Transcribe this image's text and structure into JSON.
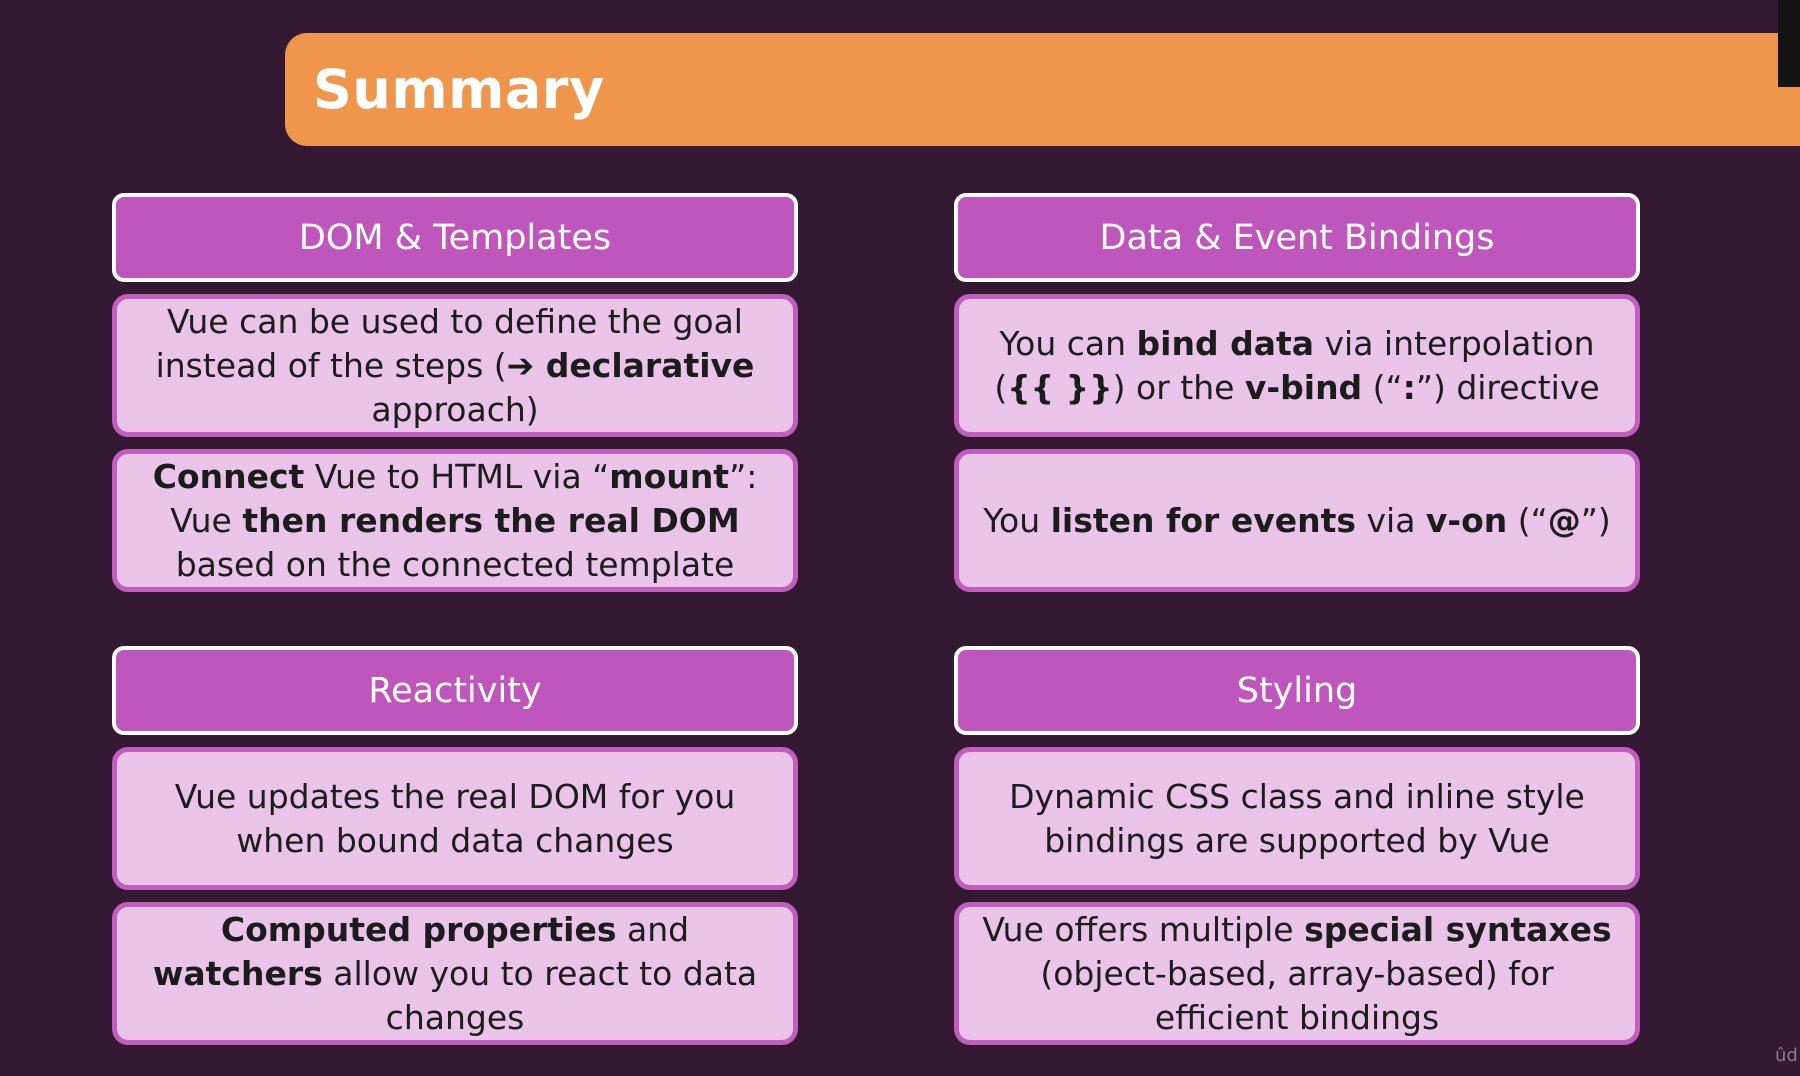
{
  "title": "Summary",
  "watermark": "ûd",
  "sections": {
    "dom": {
      "header": "DOM & Templates",
      "card1": [
        "Vue can be used to define the goal instead of the steps (",
        "➔ declarative",
        " approach)"
      ],
      "card2": [
        "Connect",
        " Vue to HTML via “",
        "mount",
        "”: Vue ",
        "then renders the real DOM",
        " based on the connected template"
      ]
    },
    "data": {
      "header": "Data & Event Bindings",
      "card1": [
        "You can ",
        "bind data",
        " via interpolation (",
        "{{ }}",
        ") or the ",
        "v-bind",
        " (“",
        ":",
        "”) directive"
      ],
      "card2": [
        "You ",
        "listen for events",
        " via ",
        "v-on",
        " (“",
        "@",
        "”)"
      ]
    },
    "reactivity": {
      "header": "Reactivity",
      "card1": "Vue updates the real DOM for you when bound data changes",
      "card2": [
        "Computed properties",
        " and ",
        "watchers",
        " allow you to react to data changes"
      ]
    },
    "styling": {
      "header": "Styling",
      "card1": "Dynamic CSS class and inline style bindings are supported by Vue",
      "card2": [
        "Vue offers multiple ",
        "special syntaxes",
        " (object-based, array-based) for efficient bindings"
      ]
    }
  },
  "colors": {
    "background": "#331932",
    "title_bar": "#f0954c",
    "section_header": "#be56bb",
    "card_fill": "#e9c4e8",
    "card_border": "#c05dbd"
  }
}
